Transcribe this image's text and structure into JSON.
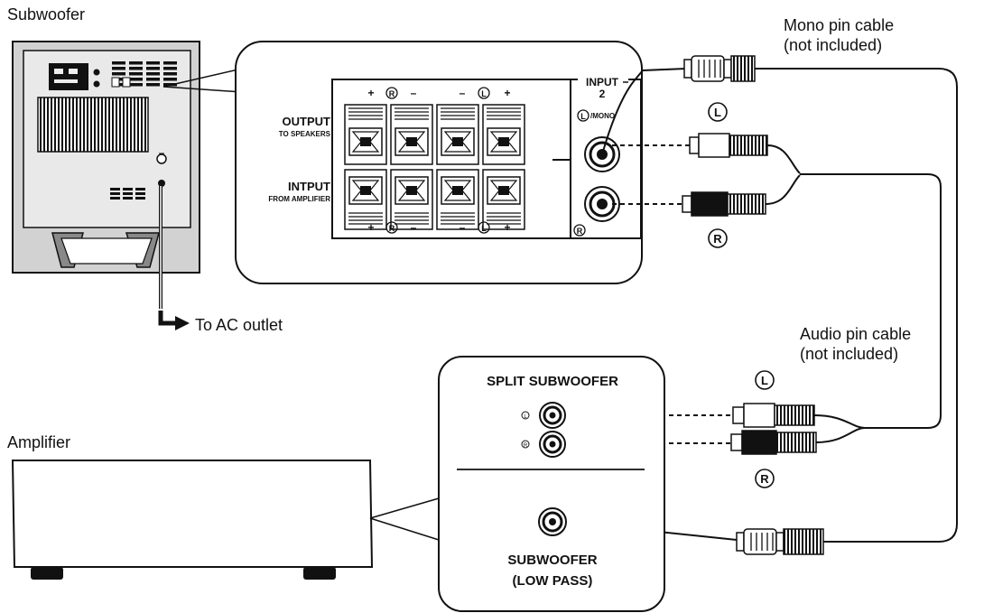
{
  "labels": {
    "subwoofer": "Subwoofer",
    "mono_cable_line1": "Mono pin cable",
    "mono_cable_line2": "(not included)",
    "ac_outlet": "To AC outlet",
    "audio_cable_line1": "Audio pin cable",
    "audio_cable_line2": "(not included)",
    "amplifier": "Amplifier"
  },
  "speaker_panel": {
    "output_title": "OUTPUT",
    "output_sub": "TO SPEAKERS",
    "input_title": "INTPUT",
    "input_sub": "FROM AMPLIFIER",
    "top_polarity": [
      "+",
      "R",
      "–",
      "–",
      "L",
      "+"
    ],
    "bottom_polarity": [
      "+",
      "R",
      "–",
      "–",
      "L",
      "+"
    ],
    "input2_line1": "INPUT",
    "input2_line2": "2",
    "lmono_letter": "L",
    "lmono_suffix": "/MONO",
    "r_letter": "R"
  },
  "plug_marks": {
    "top_left": "L",
    "top_right": "R",
    "bottom_left": "L",
    "bottom_right": "R"
  },
  "amp_panel": {
    "split_title": "SPLIT SUBWOOFER",
    "jack_l": "L",
    "jack_r": "R",
    "sub_line1": "SUBWOOFER",
    "sub_line2": "(LOW PASS)"
  }
}
